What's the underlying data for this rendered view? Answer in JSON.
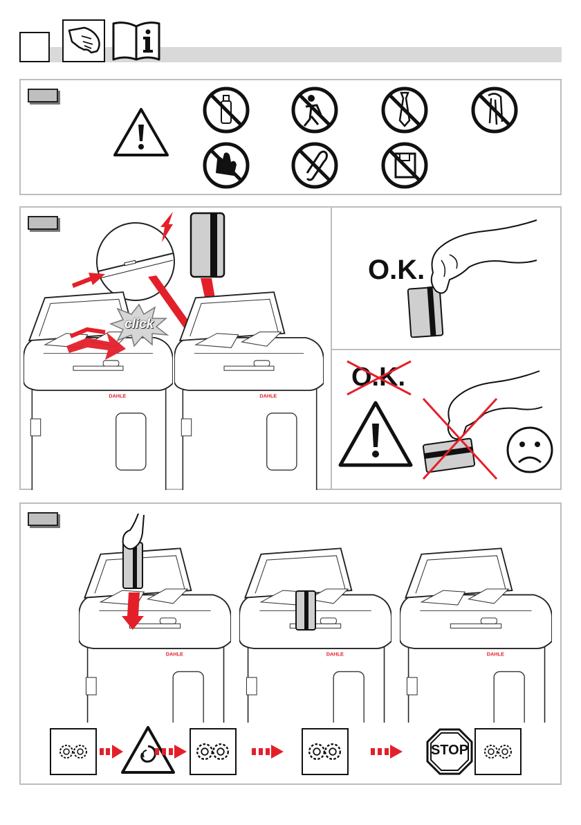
{
  "header": {
    "step_number": "",
    "icons": [
      "glove-icon",
      "info-manual-icon"
    ]
  },
  "warnings": {
    "general_icon": "warning-triangle-icon",
    "prohibited": [
      "no-aerosol-icon",
      "no-children-icon",
      "no-tie-icon",
      "no-long-hair-icon",
      "no-hand-icon",
      "no-paperclip-icon",
      "no-floppy-disk-icon"
    ]
  },
  "card_panel": {
    "click_label": "click",
    "ok_label": "O.K.",
    "not_ok_label": "O.K.",
    "sad_icon": "sad-face-icon"
  },
  "sequence": {
    "stop_label": "STOP",
    "icons": [
      "gears-icon",
      "rotation-warning-icon",
      "gears-icon",
      "gears-icon",
      "stop-sign-icon",
      "gears-icon"
    ]
  },
  "colors": {
    "accent_red": "#e3202a",
    "panel_border": "#bdbdbd",
    "tab_fill": "#bfbfbf",
    "header_bar": "#d9d9d9"
  }
}
